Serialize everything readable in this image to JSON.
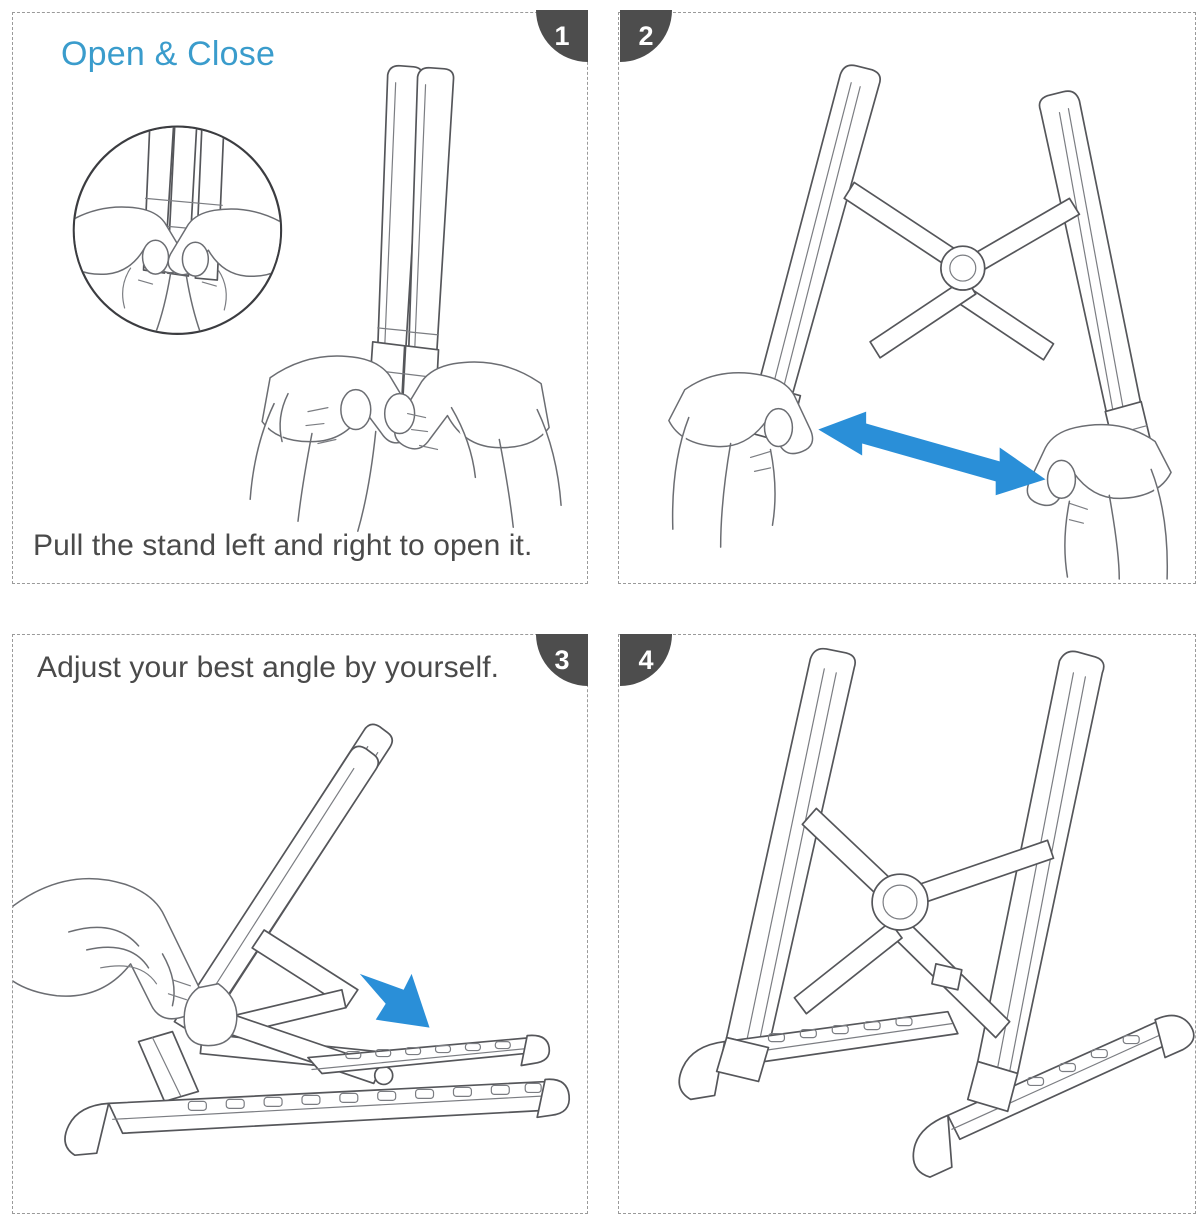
{
  "document": {
    "kind": "instruction-diagram",
    "subject": "Foldable laptop stand — open & close instructions",
    "panel_count": 4
  },
  "theme": {
    "page_background": "#ffffff",
    "panel_border": "#9a9a9a",
    "badge_background": "#4d4d4d",
    "badge_text": "#ffffff",
    "title_blue": "#3a9ccc",
    "arrow_blue": "#2a8fd8",
    "caption_text": "#4a4a4a",
    "line_art": "#55565a"
  },
  "panels": [
    {
      "step": "1",
      "badge_position": "top-right",
      "title": "Open & Close",
      "caption": "Pull the stand left and right to open it.",
      "illustration": "two-hands-holding-folded-stand",
      "has_detail_inset": true,
      "inset_shape": "circle",
      "inset_content": "close-up of fingers gripping the folded stand arms",
      "arrows": []
    },
    {
      "step": "2",
      "badge_position": "top-left",
      "title": "",
      "caption": "",
      "illustration": "two-hands-pulling-stand-arms-apart",
      "has_detail_inset": false,
      "arrows": [
        {
          "type": "double-headed",
          "direction": "left-right",
          "color": "#2a8fd8",
          "meaning": "pull apart"
        }
      ]
    },
    {
      "step": "3",
      "badge_position": "top-right",
      "title": "",
      "caption": "Adjust your best angle by yourself.",
      "illustration": "hand-adjusting-support-leg-on-notched-rail",
      "has_detail_inset": false,
      "arrows": [
        {
          "type": "single-headed",
          "direction": "down-right",
          "color": "#2a8fd8",
          "meaning": "slide the leg along the rail"
        }
      ]
    },
    {
      "step": "4",
      "badge_position": "top-left",
      "title": "",
      "caption": "",
      "illustration": "assembled-stand-three-quarter-view",
      "has_detail_inset": false,
      "arrows": []
    }
  ],
  "product": {
    "parts": [
      "upright support arm (left)",
      "upright support arm (right)",
      "X-shaped cross brace",
      "central pivot hinge",
      "notched base rail (left)",
      "notched base rail (right)",
      "rubber end foot"
    ],
    "notch_holes_per_rail": 10,
    "pivot_shape": "circle"
  }
}
